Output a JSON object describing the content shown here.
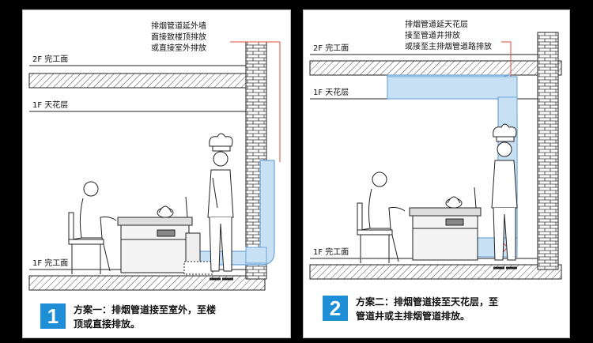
{
  "colors": {
    "duct": "#c8e0f4",
    "duct_stroke": "#6aa3d8",
    "accent_line": "#e0483c",
    "badge": "#1e8ed6"
  },
  "panel1": {
    "callout": [
      "排烟管道延外墙",
      "面接致楼顶排放",
      "或直接室外排放"
    ],
    "floor_2f": "2F 完工面",
    "ceiling_1f": "1F 天花层",
    "floor_1f": "1F 完工面",
    "badge": "1",
    "caption": [
      "方案一：排烟管道接至室外，至楼",
      "顶或直接排放。"
    ]
  },
  "panel2": {
    "callout": [
      "排烟管道延天花层",
      "接至管道井排放",
      "或接至主排烟管道路排放"
    ],
    "floor_2f": "2F 完工面",
    "ceiling_1f": "1F 天花层",
    "floor_1f": "1F 完工面",
    "badge": "2",
    "caption": [
      "方案二：排烟管道接至天花层，至",
      "管道井或主排烟管道排放。"
    ]
  }
}
